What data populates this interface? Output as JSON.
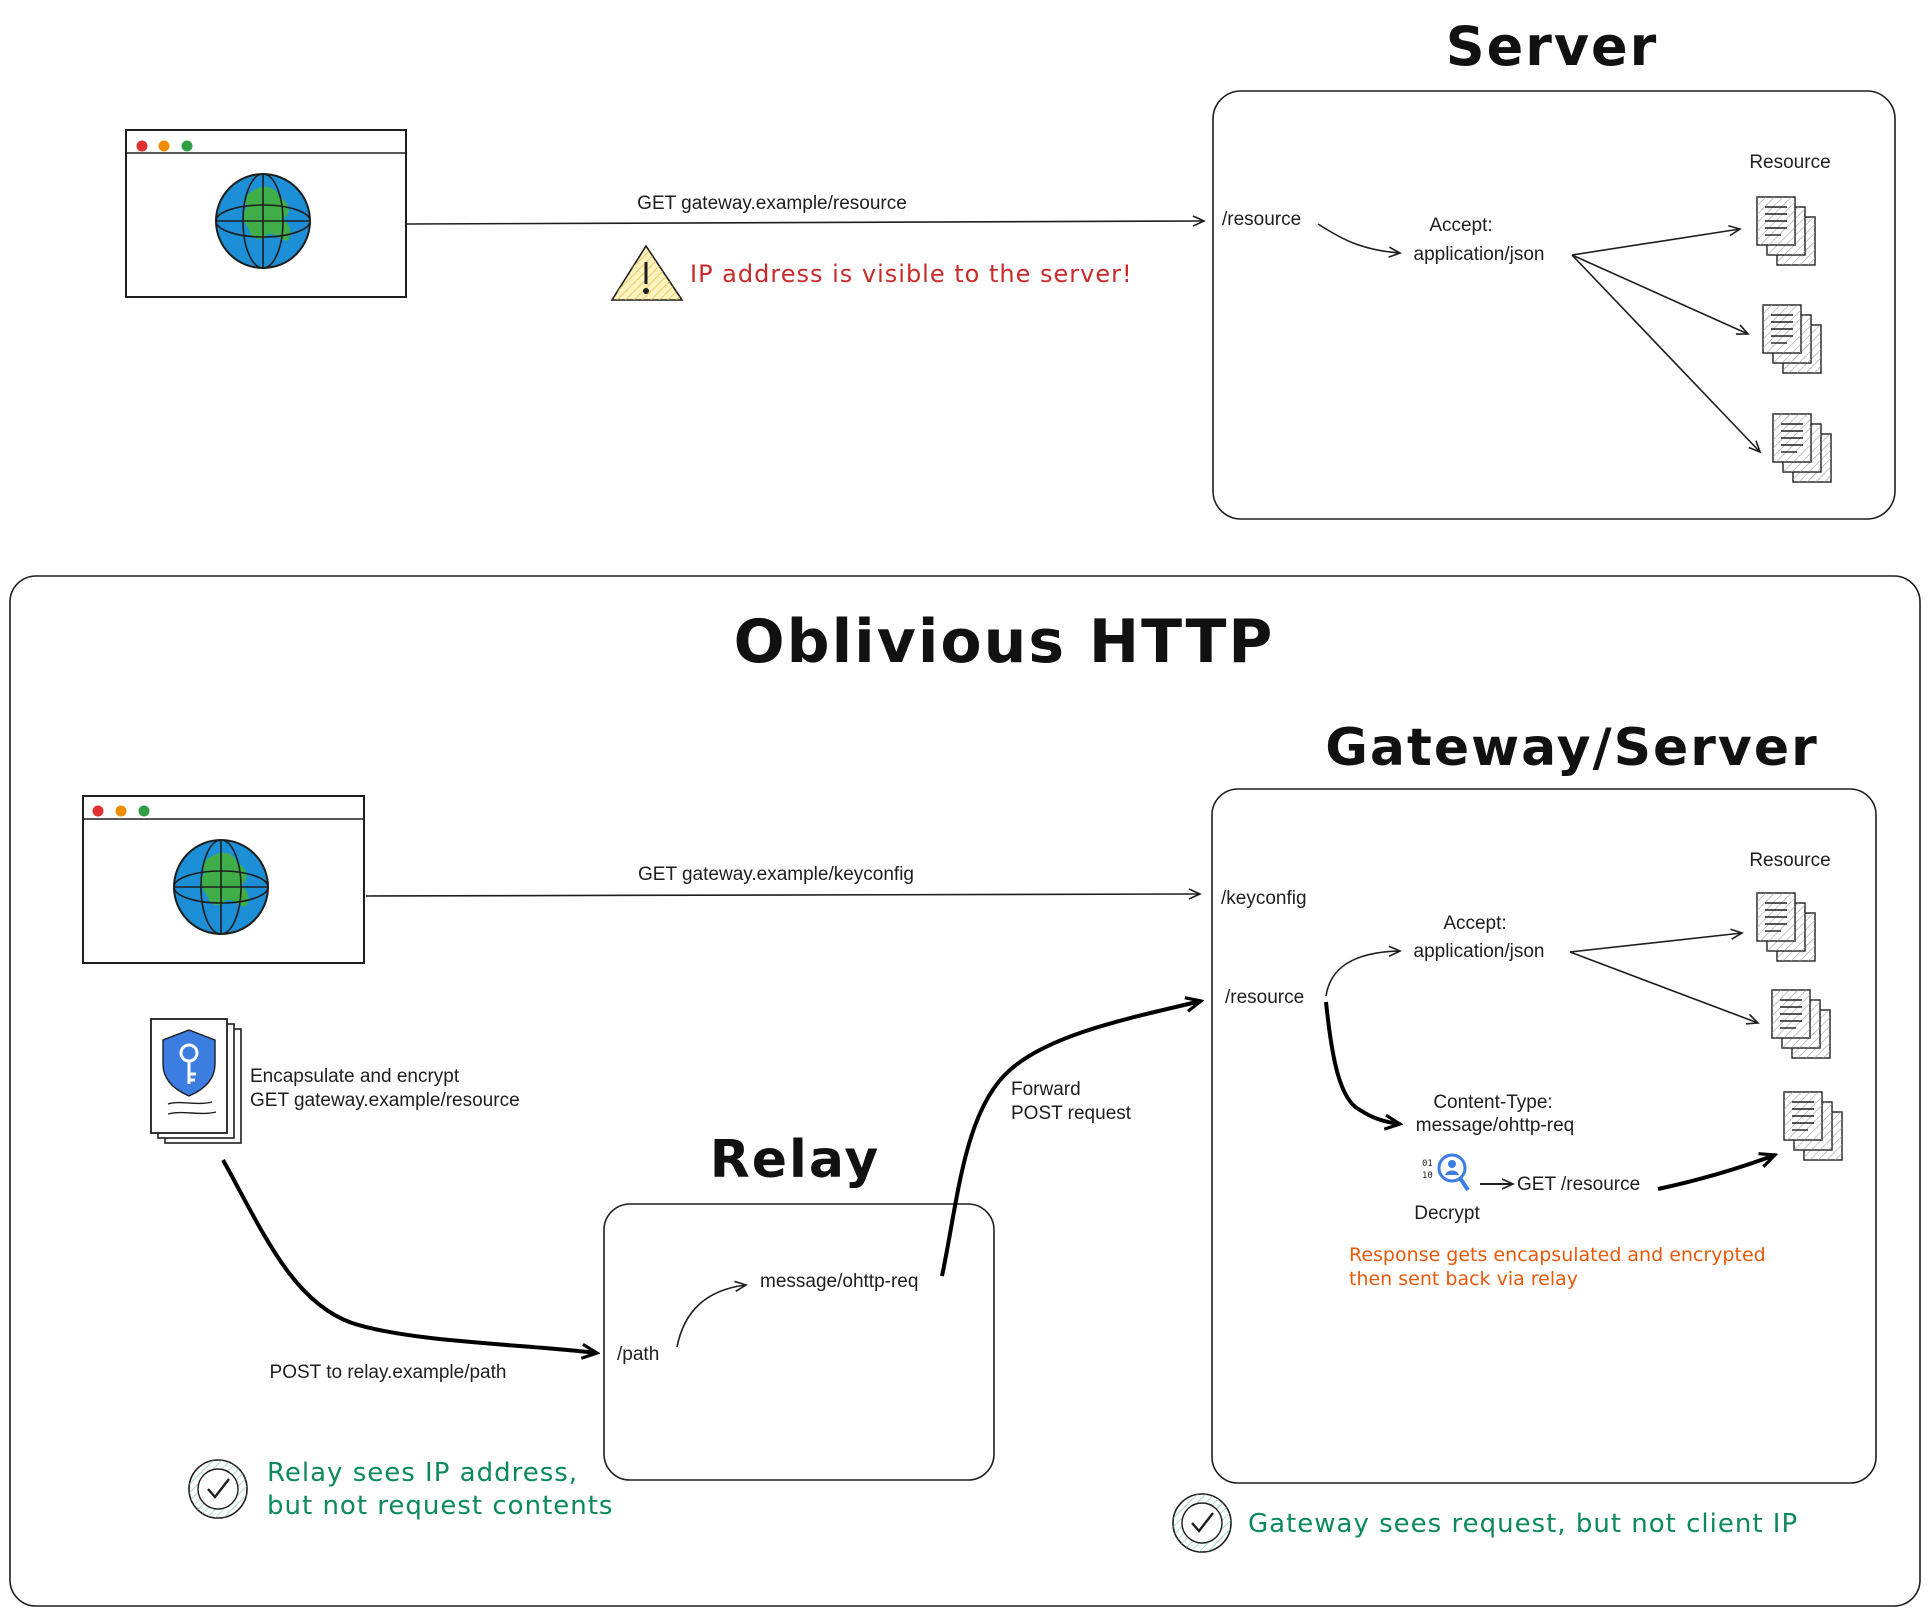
{
  "titles": {
    "server": "Server",
    "ohttp": "Oblivious HTTP",
    "gateway": "Gateway/Server",
    "relay": "Relay"
  },
  "top": {
    "get_resource": "GET gateway.example/resource",
    "warning": "IP address is visible to the server!",
    "path_resource": "/resource",
    "accept_1": "Accept:",
    "accept_2": "application/json",
    "resource_label": "Resource"
  },
  "bottom": {
    "get_keyconfig": "GET gateway.example/keyconfig",
    "encap_1": "Encapsulate and encrypt",
    "encap_2": "GET gateway.example/resource",
    "post_relay": "POST to relay.example/path",
    "relay_path": "/path",
    "relay_msg": "message/ohttp-req",
    "forward_1": "Forward",
    "forward_2": "POST request",
    "gw_keyconfig": "/keyconfig",
    "gw_resource": "/resource",
    "gw_accept_1": "Accept:",
    "gw_accept_2": "application/json",
    "gw_ct_1": "Content-Type:",
    "gw_ct_2": "message/ohttp-req",
    "decrypt": "Decrypt",
    "get_resource": "GET /resource",
    "resource_label": "Resource",
    "response_1": "Response gets encapsulated and encrypted",
    "response_2": "then sent back via relay",
    "relay_note_1": "Relay sees IP address,",
    "relay_note_2": "but not request contents",
    "gateway_note": "Gateway sees request, but not client IP"
  },
  "colors": {
    "warn": "#c92a2a",
    "ok": "#0c8a5a",
    "orange": "#e8590c",
    "globe_blue": "#1c8fd6",
    "globe_green": "#3fae49",
    "shield_blue": "#3b7de0"
  }
}
